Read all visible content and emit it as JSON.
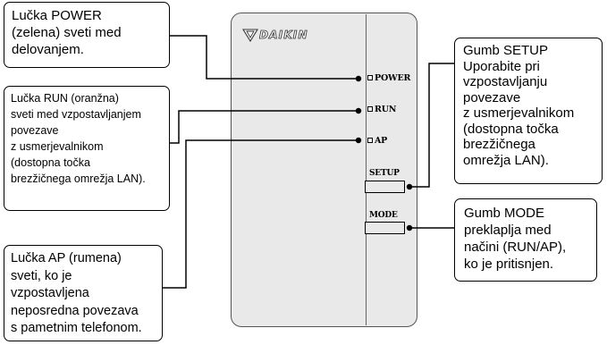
{
  "device": {
    "brand": "DAIKIN",
    "indicators": [
      {
        "label": "POWER"
      },
      {
        "label": "RUN"
      },
      {
        "label": "AP"
      }
    ],
    "buttons": [
      {
        "label": "SETUP"
      },
      {
        "label": "MODE"
      }
    ]
  },
  "callouts": {
    "power": "Lučka POWER\n(zelena) sveti med\ndelovanjem.",
    "run": "Lučka RUN (oranžna)\nsveti med vzpostavljanjem\npovezave\nz usmerjevalnikom\n(dostopna točka\nbrezžičnega omrežja LAN).",
    "ap": "Lučka AP (rumena)\nsveti, ko je\nvzpostavljena\nneposredna povezava\ns pametnim telefonom.",
    "setup": "Gumb SETUP\nUporabite pri\nvzpostavljanju\npovezave\nz usmerjevalnikom\n(dostopna točka\nbrezžičnega\nomrežja LAN).",
    "mode": "Gumb MODE\npreklaplja med\nnačini (RUN/AP),\nko je pritisnjen."
  },
  "colors": {
    "outline": "#000000",
    "device_body": "#e9e9e9",
    "background": "#ffffff"
  }
}
